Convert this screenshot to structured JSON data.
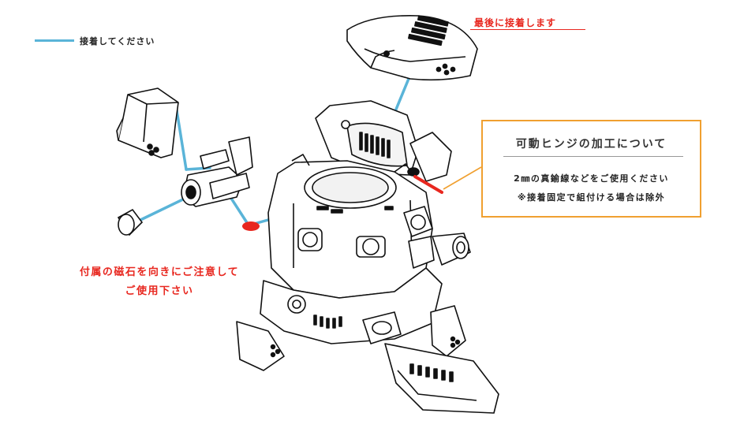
{
  "colors": {
    "glue_line": "#5ab4d8",
    "accent_red": "#e8271f",
    "box_border": "#f0a030",
    "outline": "#111111"
  },
  "legend": {
    "text": "接着してください",
    "swatch": "light-blue-line"
  },
  "notes": {
    "glue_last": "最後に接着します",
    "magnet_line1": "付属の磁石を向きにご注意して",
    "magnet_line2": "ご使用下さい"
  },
  "hinge_box": {
    "title": "可動ヒンジの加工について",
    "line1": "2㎜の真鍮線などをご使用ください",
    "line2": "※接着固定で組付ける場合は除外"
  }
}
